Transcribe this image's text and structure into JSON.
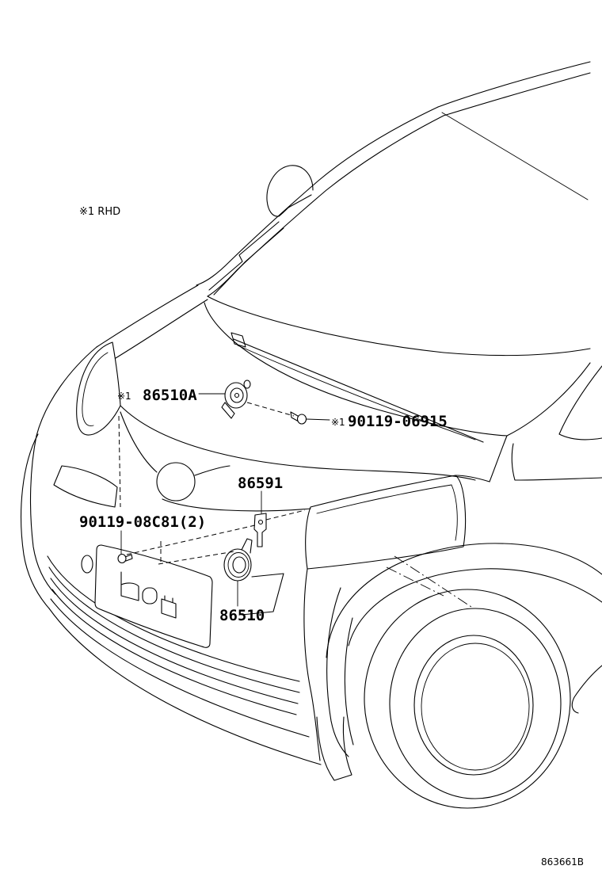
{
  "note": "※1 RHD",
  "callouts": {
    "horn_rhd": {
      "ref": "※1",
      "part_no": "86510A"
    },
    "bolt_rhd": {
      "ref": "※1",
      "part_no": "90119-06915"
    },
    "bracket": {
      "part_no": "86591"
    },
    "bolt": {
      "part_no": "90119-08C81(2)"
    },
    "horn": {
      "part_no": "86510"
    }
  },
  "figure_code": "863661B",
  "colors": {
    "line": "#000000",
    "background": "#ffffff"
  }
}
